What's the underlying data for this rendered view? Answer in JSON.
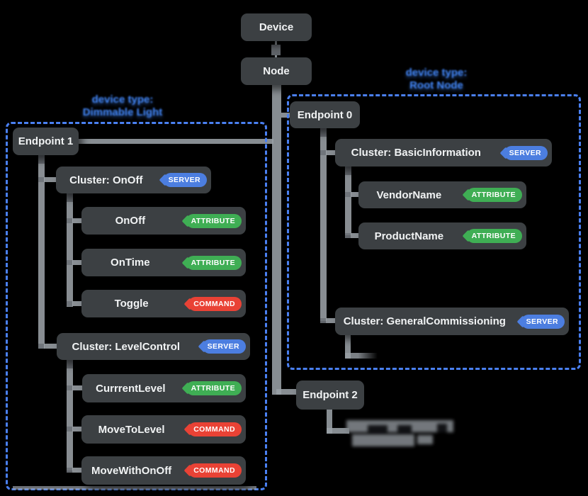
{
  "root": {
    "device": "Device",
    "node": "Node"
  },
  "left_region": {
    "caption": [
      "device type:",
      "Dimmable Light"
    ],
    "endpoint": "Endpoint 1",
    "clusters": [
      {
        "label": "Cluster: OnOff",
        "badge": "SERVER",
        "items": [
          {
            "label": "OnOff",
            "badge": "ATTRIBUTE"
          },
          {
            "label": "OnTime",
            "badge": "ATTRIBUTE"
          },
          {
            "label": "Toggle",
            "badge": "COMMAND"
          }
        ]
      },
      {
        "label": "Cluster: LevelControl",
        "badge": "SERVER",
        "items": [
          {
            "label": "CurrrentLevel",
            "badge": "ATTRIBUTE"
          },
          {
            "label": "MoveToLevel",
            "badge": "COMMAND"
          },
          {
            "label": "MoveWithOnOff",
            "badge": "COMMAND"
          }
        ]
      }
    ]
  },
  "right_region": {
    "caption": [
      "device type:",
      "Root Node"
    ],
    "endpoint": "Endpoint 0",
    "clusters": [
      {
        "label": "Cluster: BasicInformation",
        "badge": "SERVER",
        "items": [
          {
            "label": "VendorName",
            "badge": "ATTRIBUTE"
          },
          {
            "label": "ProductName",
            "badge": "ATTRIBUTE"
          }
        ]
      },
      {
        "label": "Cluster: GeneralCommissioning",
        "badge": "SERVER",
        "items": []
      }
    ]
  },
  "endpoint2": {
    "label": "Endpoint 2"
  },
  "colors": {
    "accent_blue": "#4285f4",
    "server_badge": "#4c7ee0",
    "attribute_badge": "#3fae54",
    "command_badge": "#e94235",
    "box_bg": "#3c4043",
    "connector_gray": "#9aa0a6"
  }
}
